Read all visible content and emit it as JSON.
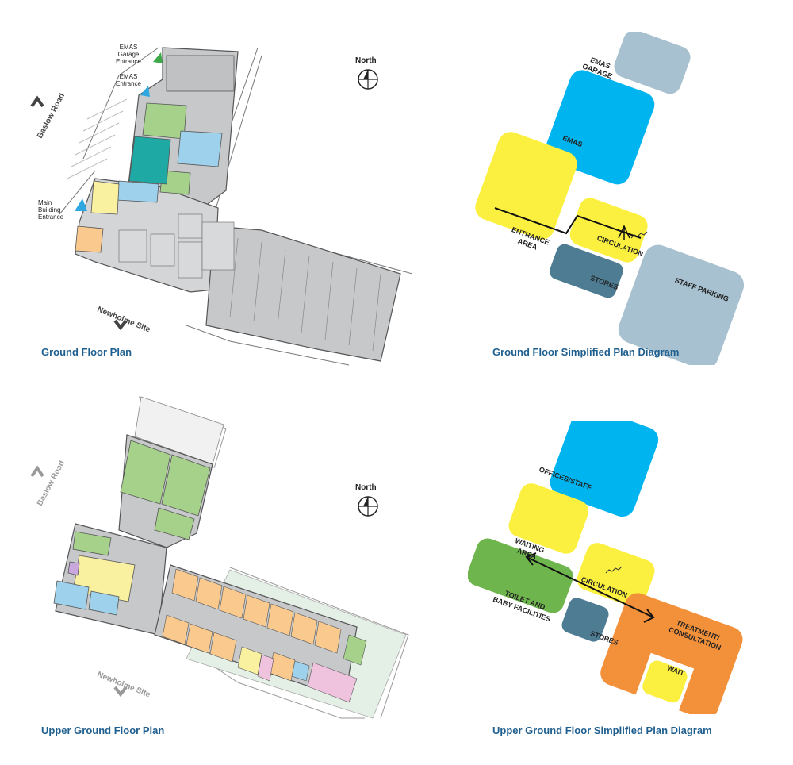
{
  "panels": {
    "ground_plan": {
      "caption": "Ground Floor Plan",
      "north_label": "North",
      "road_label": "Baslow Road",
      "site_label": "Newholme Site",
      "entrances": {
        "emas_garage": "EMAS Garage Entrance",
        "emas_garage_lines": [
          "EMAS",
          "Garage",
          "Entrance"
        ],
        "emas": "EMAS Entrance",
        "emas_lines": [
          "EMAS",
          "Entrance"
        ],
        "main": "Main Building Entrance",
        "main_lines": [
          "Main",
          "Building",
          "Entrance"
        ]
      }
    },
    "ground_diagram": {
      "caption": "Ground Floor Simplified Plan Diagram",
      "blocks": {
        "emas_garage_lines": [
          "EMAS",
          "GARAGE"
        ],
        "emas": "EMAS",
        "entrance_lines": [
          "ENTRANCE",
          "AREA"
        ],
        "circulation": "CIRCULATION",
        "stores": "STORES",
        "staff_parking": "STAFF PARKING"
      }
    },
    "upper_plan": {
      "caption": "Upper Ground Floor Plan",
      "north_label": "North",
      "road_label": "Baslow Road",
      "site_label": "Newholme Site"
    },
    "upper_diagram": {
      "caption": "Upper Ground Floor Simplified Plan Diagram",
      "blocks": {
        "offices": "OFFICES/STAFF",
        "waiting_lines": [
          "WAITING",
          "AREA"
        ],
        "circulation": "CIRCULATION",
        "toilet_lines": [
          "TOILET AND",
          "BABY FACILITIES"
        ],
        "stores": "STORES",
        "treatment_lines": [
          "TREATMENT/",
          "CONSULTATION"
        ],
        "wait": "WAIT"
      }
    }
  },
  "colors": {
    "caption": "#1f5f8f",
    "emas_blue": "#00b4ef",
    "garage_grey": "#a7c1d0",
    "yellow": "#fbf03f",
    "stores_blue": "#4d7c93",
    "green": "#6fb54d",
    "orange": "#f3913b",
    "plan_grey": "#c6c8ca",
    "plan_green": "#a6d18b",
    "plan_teal": "#1fa9a4",
    "plan_lightblue": "#9ed1ec",
    "plan_orange": "#f9c98e",
    "plan_pink": "#efc3dd",
    "plan_yellow": "#faf1a0",
    "entrance_green": "#3fa94a",
    "entrance_blue": "#2fa7e0"
  }
}
